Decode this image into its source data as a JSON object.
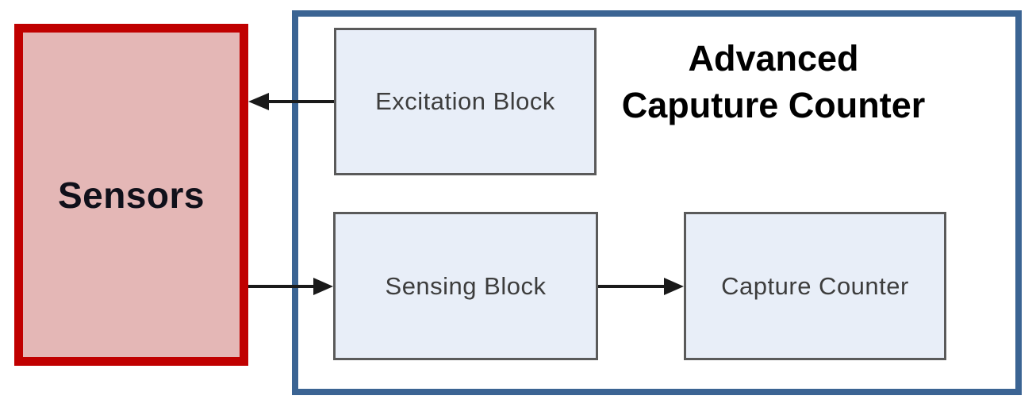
{
  "diagram": {
    "title": "Advanced Caputure Counter",
    "title_lines": [
      "Advanced",
      "Caputure Counter"
    ],
    "nodes": {
      "sensors": {
        "label": "Sensors"
      },
      "excitation": {
        "label": "Excitation Block"
      },
      "sensing": {
        "label": "Sensing Block"
      },
      "capture": {
        "label": "Capture Counter"
      }
    },
    "connections": [
      {
        "from": "Excitation Block",
        "to": "Sensors",
        "arrowhead": "left"
      },
      {
        "from": "Sensors",
        "to": "Sensing Block",
        "arrowhead": "right"
      },
      {
        "from": "Sensing Block",
        "to": "Capture Counter",
        "arrowhead": "right"
      }
    ],
    "colors": {
      "sensors_fill": "#e4b7b6",
      "sensors_border": "#c00000",
      "container_border": "#3b6493",
      "block_fill": "#e8eef8",
      "block_border": "#5a5a5a",
      "block_text": "#3d3d3d",
      "title_text": "#000000",
      "arrow": "#1a1a1a"
    }
  }
}
